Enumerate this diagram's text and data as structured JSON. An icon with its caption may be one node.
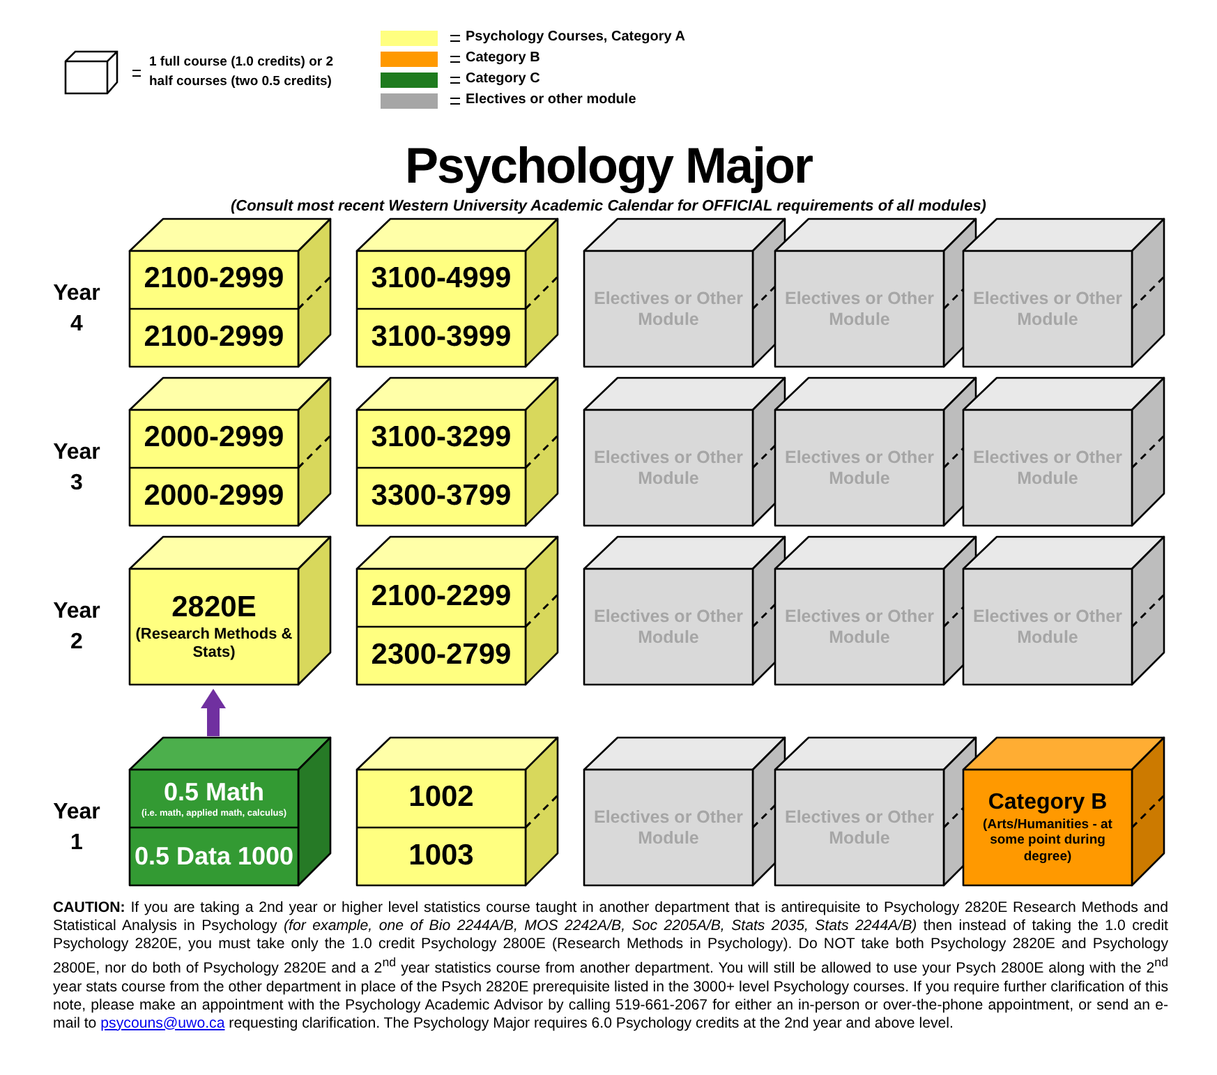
{
  "diagram": {
    "title": "Psychology Major",
    "nodes": [
      {
        "text": [
          "2100-2999",
          "2100-2999"
        ]
      },
      {
        "text": [
          "3100-4999",
          "3100-3999"
        ]
      },
      {
        "text": [
          "Electives or Other Module"
        ]
      },
      {
        "text": [
          "Electives or Other Module"
        ]
      },
      {
        "text": [
          "Electives or Other Module"
        ]
      },
      {
        "text": [
          "2000-2999",
          "2000-2999"
        ]
      },
      {
        "text": [
          "3100-3299",
          "3300-3799"
        ]
      },
      {
        "text": [
          "Electives or Other Module"
        ]
      },
      {
        "text": [
          "Electives or Other Module"
        ]
      },
      {
        "text": [
          "Electives or Other Module"
        ]
      },
      {
        "text": [
          "2820E",
          "(Research Methods & Stats)"
        ]
      },
      {
        "text": [
          "2100-2299",
          "2300-2799"
        ]
      },
      {
        "text": [
          "Electives or Other Module"
        ]
      },
      {
        "text": [
          "Electives or Other Module"
        ]
      },
      {
        "text": [
          "Electives or Other Module"
        ]
      },
      {
        "text": [
          "0.5 Math",
          "(i.e. math, applied math, calculus)",
          "0.5 Data 1000"
        ]
      },
      {
        "text": [
          "1002",
          "1003"
        ]
      },
      {
        "text": [
          "Electives or Other Module"
        ]
      },
      {
        "text": [
          "Electives or Other Module"
        ]
      },
      {
        "text": [
          "Category B",
          "(Arts/Humanities - at some point during degree)"
        ]
      }
    ],
    "edges": [
      {
        "from": 15,
        "to": 10,
        "arrow": "to",
        "color": "#7030a0"
      }
    ],
    "labels": [
      "(Consult most recent Western University Academic Calendar for OFFICIAL requirements of all modules)",
      "Year 4",
      "Year 3",
      "Year 2",
      "Year 1",
      "**CAUTION:** If you are taking a 2nd year or higher level statistics course taught in another department that is antirequisite to Psychology 2820E Research Methods and Statistical Analysis in Psychology *(for example, one of Bio 2244A/B, MOS 2242A/B, Soc 2205A/B, Stats 2035, Stats 2244A/B)* then instead of taking the 1.0 credit Psychology 2820E, you must take only the 1.0 credit Psychology 2800E (Research Methods in Psychology). Do NOT take both Psychology 2820E and Psychology 2800E, nor do both of Psychology 2820E and a 2$^{nd}$ year statistics course from another department. You will still be allowed to use your Psych 2800E along with the 2$^{nd}$ year stats course from the other department in place of the Psych 2820E prerequisite listed in the 3000+ level Psychology courses. If you require further clarification of this note, please make an appointment with the Psychology Academic Advisor by calling 519-661-2067 for either an in-person or over-the-phone appointment, or send an e-mail to",
      "psycouns@uwo.ca",
      "requesting clarification. The Psychology Major requires 6.0 Psychology credits at the 2nd year and above level."
    ],
    "legend": [
      {
        "text": "1 full course (1.0 credits) or 2 half courses (two 0.5 credits)"
      },
      {
        "text": "Psychology Courses, Category A",
        "color": "#ffff80"
      },
      {
        "text": "Category B",
        "color": "#ff9900"
      },
      {
        "text": "Category C",
        "color": "#1e7b1e"
      },
      {
        "text": "Electives or other module",
        "color": "#a6a6a6"
      }
    ]
  }
}
